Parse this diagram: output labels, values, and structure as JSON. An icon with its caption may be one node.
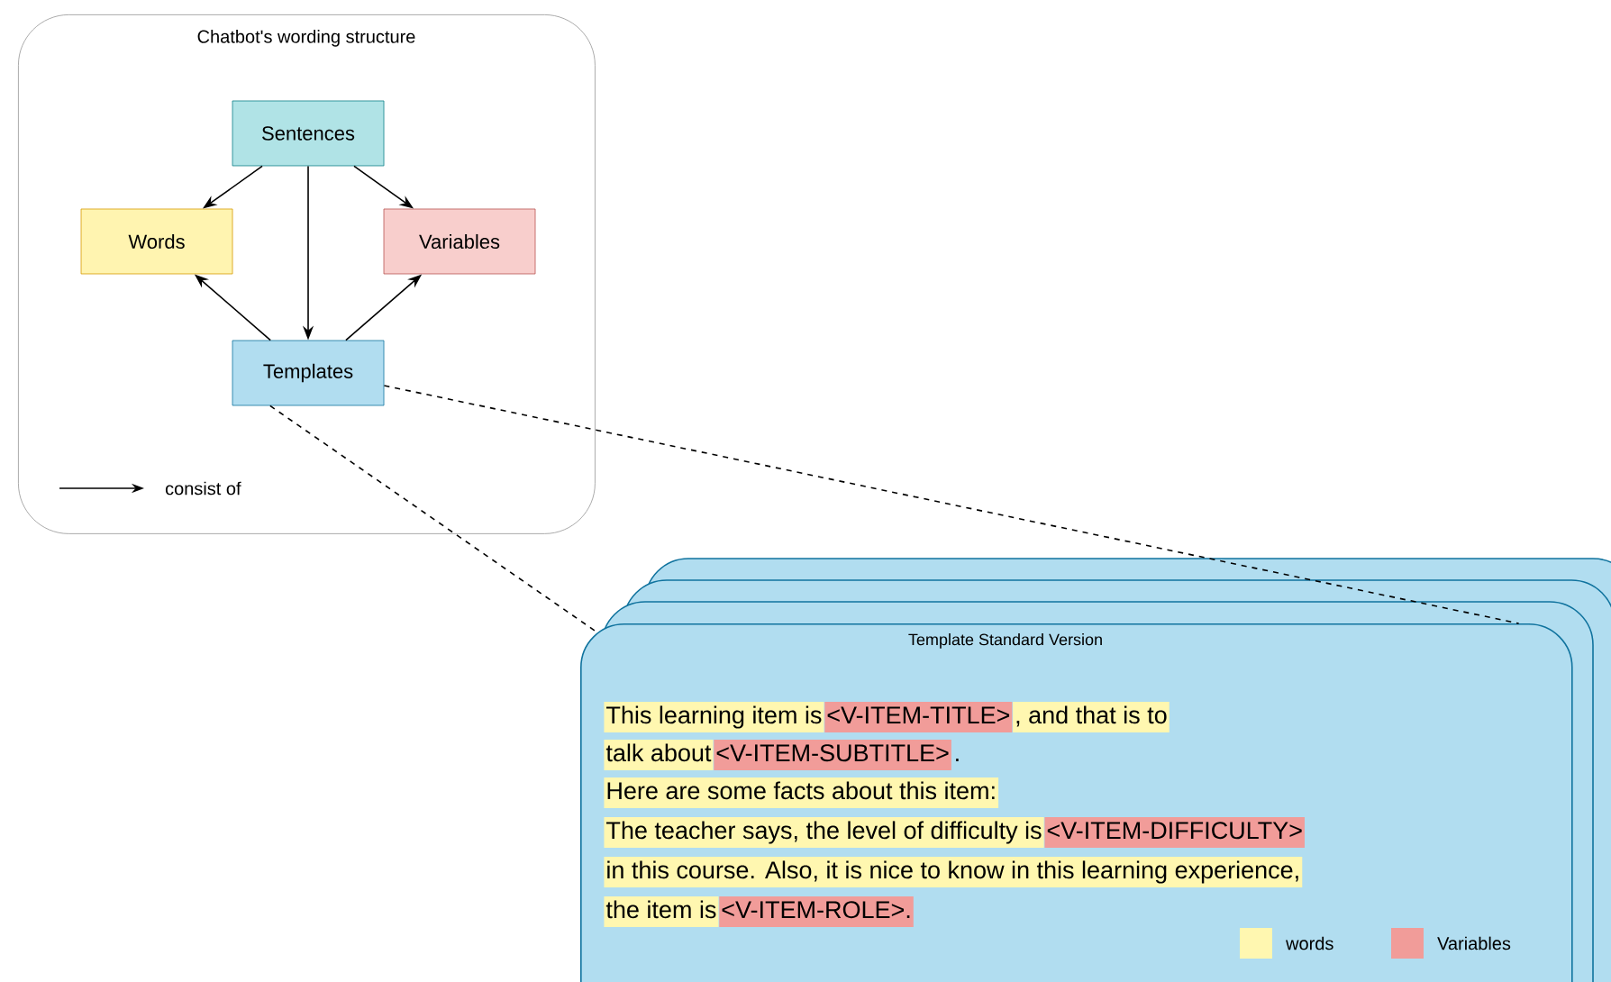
{
  "diagram": {
    "nodes": [
      {
        "text": [
          "Chatbot's wording structure"
        ]
      },
      {
        "text": [
          "Sentences"
        ],
        "in": 0
      },
      {
        "text": [
          "Words"
        ],
        "in": 0
      },
      {
        "text": [
          "Variables"
        ],
        "in": 0
      },
      {
        "text": [
          "Templates"
        ],
        "in": 0
      },
      {
        "text": [
          "Template Standard Version",
          "This learning item is",
          "<V-ITEM-TITLE>",
          ", and that is to",
          "talk about",
          "<V-ITEM-SUBTITLE>",
          ".",
          "Here are some facts about this item:",
          "The teacher says, the level of difficulty is",
          "<V-ITEM-DIFFICULTY>",
          "in this course. Also, it is nice to know in this learning experience,",
          "the item is",
          "<V-ITEM-ROLE>."
        ]
      }
    ],
    "edges": [
      {
        "from": 1,
        "to": 2,
        "arrow": "to"
      },
      {
        "from": 1,
        "to": 4,
        "arrow": "to"
      },
      {
        "from": 1,
        "to": 3,
        "arrow": "to"
      },
      {
        "from": 4,
        "to": 2,
        "arrow": "to"
      },
      {
        "from": 4,
        "to": 3,
        "arrow": "to"
      },
      {
        "from": 4,
        "to": 5,
        "arrow": "none",
        "style": "dashed"
      },
      {
        "from": 4,
        "to": 5,
        "arrow": "none",
        "style": "dashed"
      }
    ],
    "legend": [
      {
        "text": "consist of"
      },
      {
        "text": "words",
        "color": "#fff7b0"
      },
      {
        "text": "Variables",
        "color": "#f19c99"
      }
    ]
  }
}
